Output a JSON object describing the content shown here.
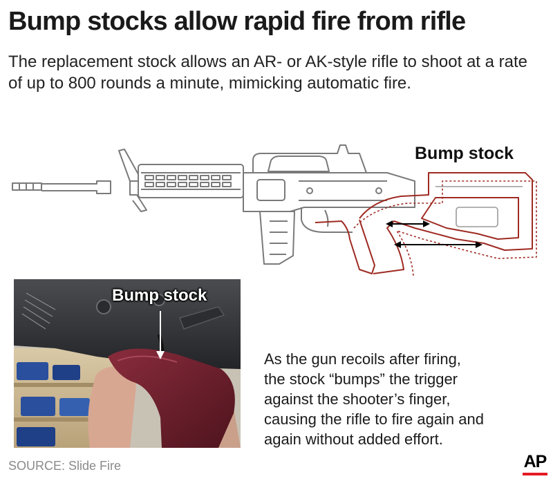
{
  "header": {
    "title": "Bump stocks allow rapid fire from rifle",
    "subtitle": "The replacement stock allows an AR- or AK-style rifle to shoot at a rate of up to 800 rounds a minute, mimicking automatic fire."
  },
  "rifle_diagram": {
    "label": "Bump stock",
    "outline_color": "#7a7a7a",
    "stock_color": "#9e2a22",
    "arrow_color": "#000000"
  },
  "photo": {
    "label": "Bump stock",
    "stock_color": "#6e1e2a"
  },
  "description": {
    "lines": [
      "As the gun recoils after firing,",
      "the stock “bumps” the trigger",
      "against the shooter’s finger,",
      "causing the rifle to fire again and",
      "again without added effort."
    ]
  },
  "footer": {
    "source": "SOURCE: Slide Fire",
    "logo_text": "AP",
    "logo_bar_color": "#e31b23"
  }
}
